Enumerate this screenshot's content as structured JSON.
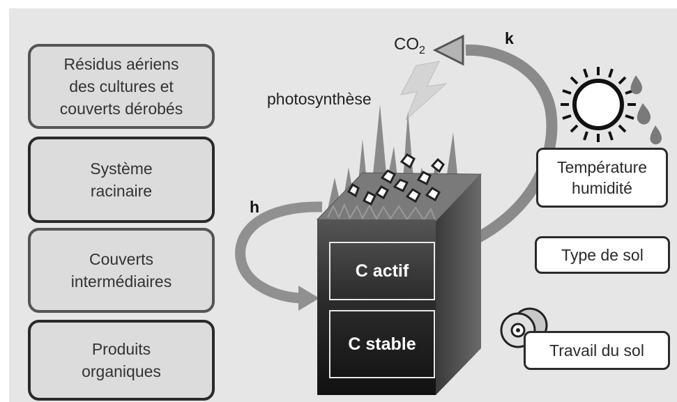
{
  "sources": [
    {
      "label": "Résidus aériens\ndes cultures et\ncouverts dérobés"
    },
    {
      "label": "Système\nracinaire"
    },
    {
      "label": "Couverts\nintermédiaires"
    },
    {
      "label": "Produits\norganiques"
    }
  ],
  "process": {
    "co2": "CO",
    "co2_sub": "2",
    "k": "k",
    "h": "h",
    "photosynthesis": "photosynthèse"
  },
  "soil": {
    "active": "C actif",
    "stable": "C stable"
  },
  "factors": {
    "temperature": "Température\nhumidité",
    "soil_type": "Type de sol",
    "tillage": "Travail du sol"
  }
}
